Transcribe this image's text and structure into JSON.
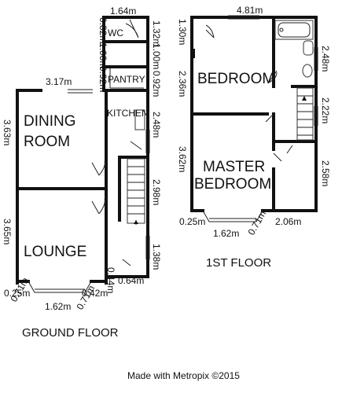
{
  "ground_floor": {
    "caption": "GROUND FLOOR",
    "rooms": {
      "wc": "WC",
      "pantry": "PANTRY",
      "kitchen": "KITCHEN",
      "dining_line1": "DINING",
      "dining_line2": "ROOM",
      "lounge": "LOUNGE"
    },
    "dims": {
      "top_width": "1.64m",
      "wc_left": "0.82m",
      "wc_right": "1.32m",
      "mid_left": "1.00m",
      "mid_right": "1.00m",
      "pantry_left": "0.92m",
      "pantry_right": "0.92m",
      "dining_width": "3.17m",
      "dining_height": "3.63m",
      "kitchen_height": "2.48m",
      "stair_height": "2.98m",
      "lounge_height": "3.65m",
      "hall_height": "1.38m",
      "hall_left": "0.44m",
      "hall_right": "0.64m",
      "bay_left": "0.25m",
      "bay_right": "0.42m",
      "bay_width": "1.62m",
      "bay_left_angle": "0.71m",
      "bay_right_angle": "0.71m"
    }
  },
  "first_floor": {
    "caption": "1ST FLOOR",
    "rooms": {
      "bedroom": "BEDROOM",
      "master_line1": "MASTER",
      "master_line2": "BEDROOM"
    },
    "dims": {
      "top_width": "4.81m",
      "bedroom_upper": "1.30m",
      "bedroom_lower": "2.36m",
      "bath_height": "2.48m",
      "landing_height": "2.22m",
      "master_height": "3.62m",
      "box_height": "2.58m",
      "bay_left": "0.25m",
      "bay_width": "1.62m",
      "bay_right_angle": "0.71m",
      "box_width": "2.06m"
    }
  },
  "credit": "Made with Metropix ©2015"
}
